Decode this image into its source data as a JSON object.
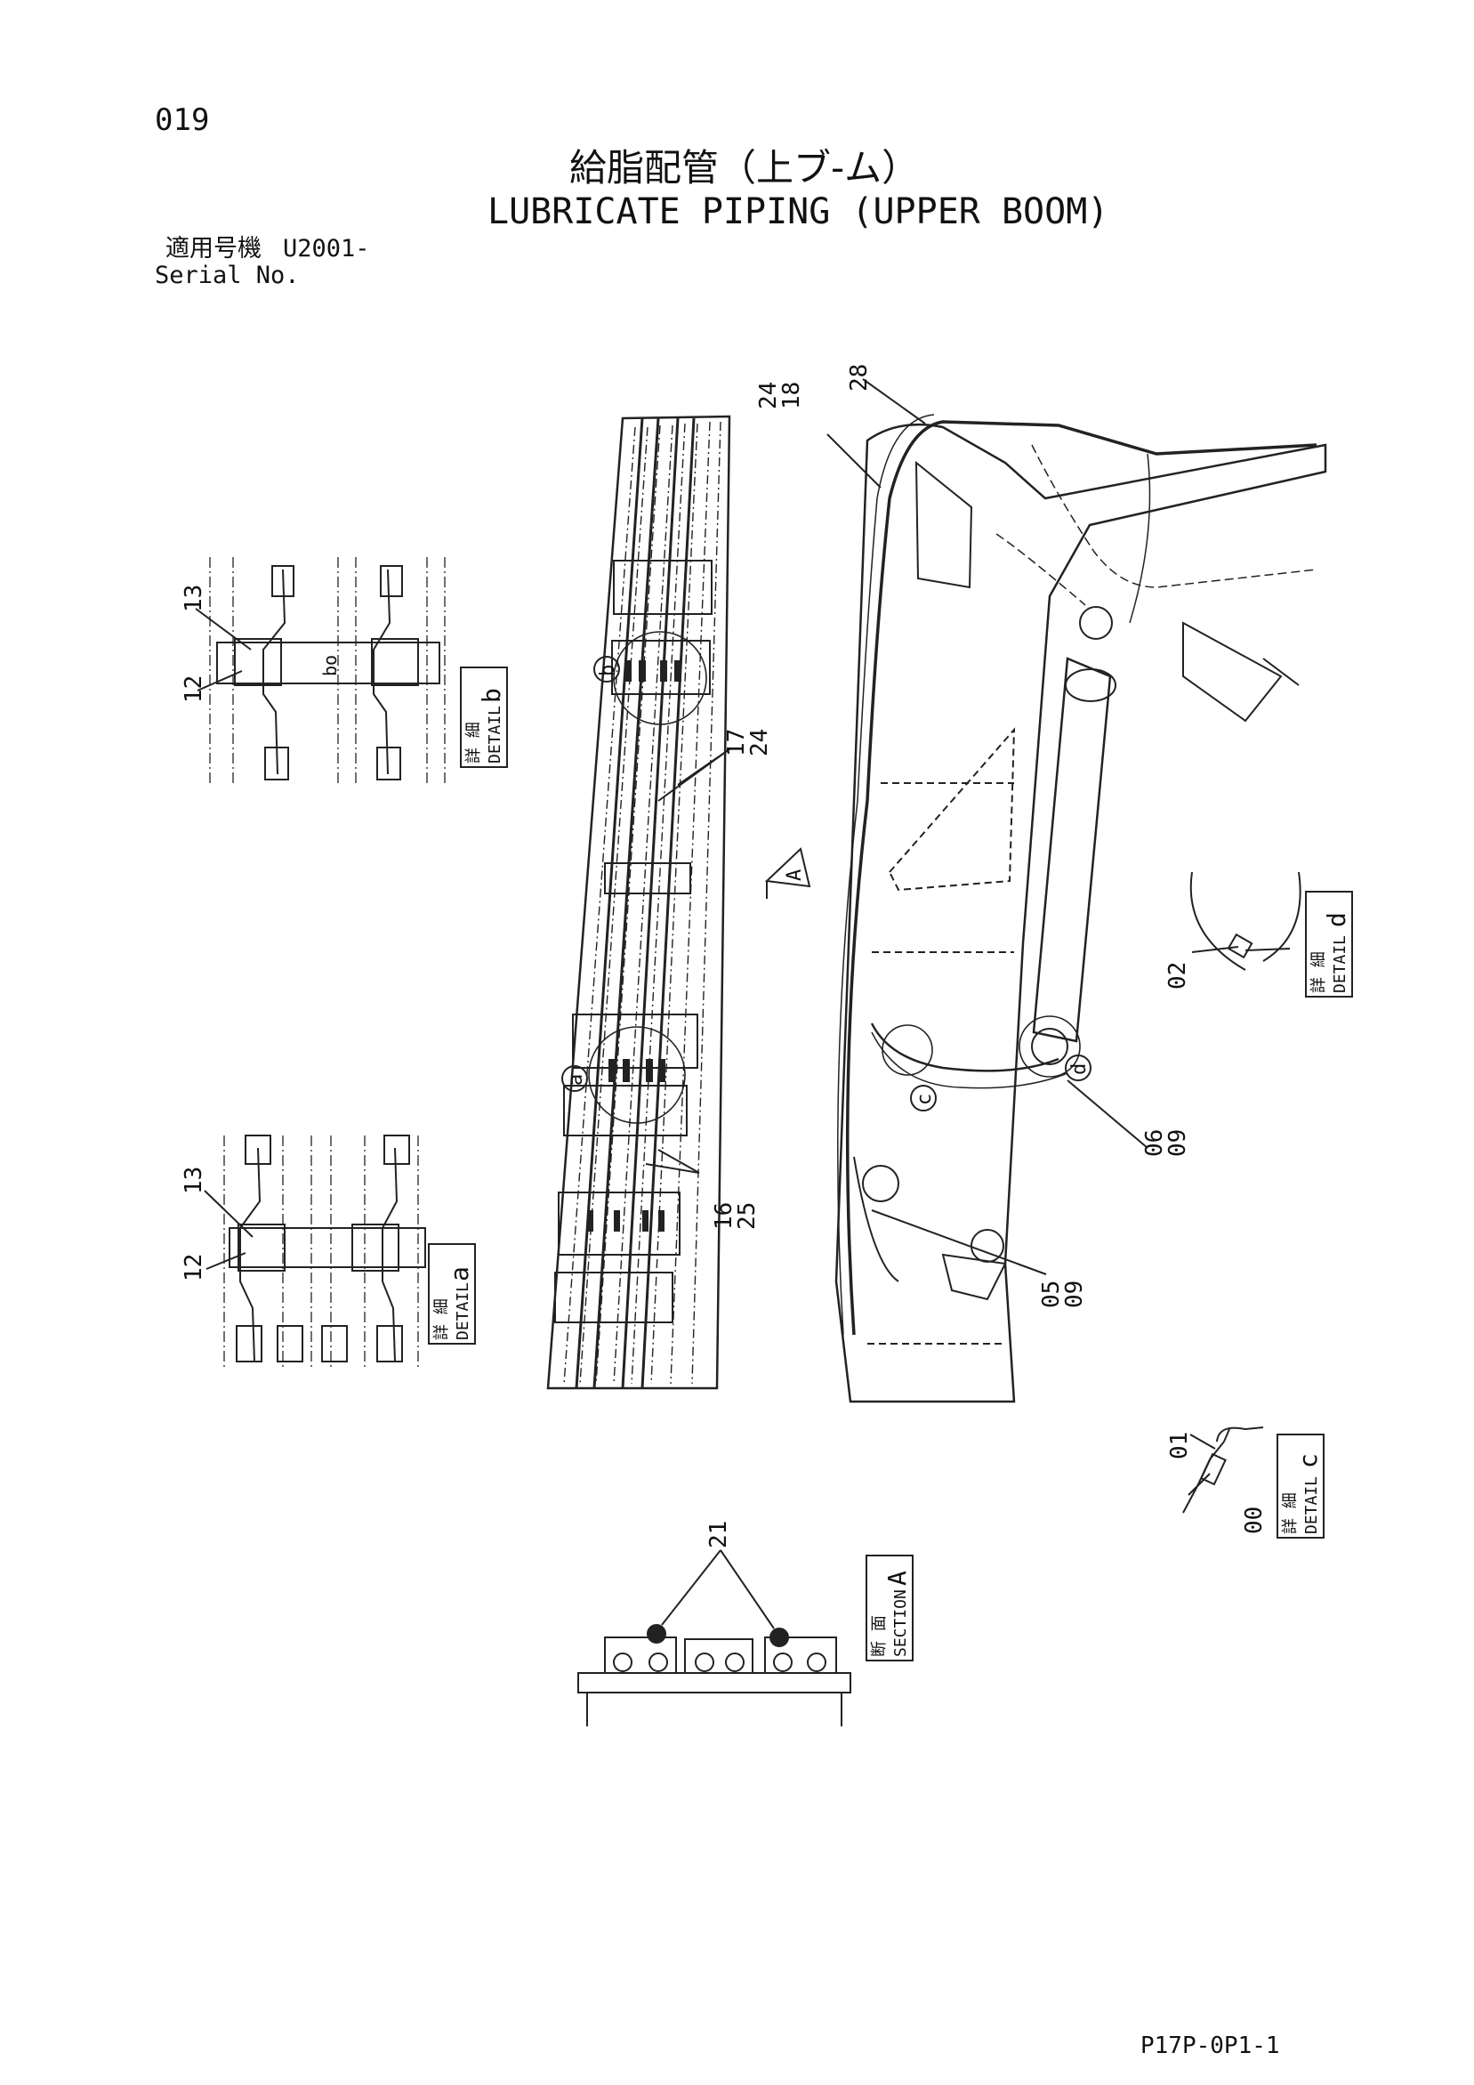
{
  "header": {
    "page_number": "019",
    "title_jp": "給脂配管（上ブ-ム）",
    "title_en": "LUBRICATE PIPING (UPPER BOOM)",
    "serial_label_jp": "適用号機",
    "serial_value": "U2001-",
    "serial_label_en": "Serial No."
  },
  "detail_boxes": {
    "b": {
      "jp": "詳 細",
      "en": "DETAIL",
      "letter": "b"
    },
    "a": {
      "jp": "詳 細",
      "en": "DETAIL",
      "letter": "a"
    },
    "d": {
      "jp": "詳 細",
      "en": "DETAIL",
      "letter": "d"
    },
    "c": {
      "jp": "詳 細",
      "en": "DETAIL",
      "letter": "c"
    },
    "section": {
      "jp": "断 面",
      "en": "SECTION",
      "letter": "A"
    }
  },
  "part_callouts": {
    "p28": "28",
    "p24_18": "24\n18",
    "p13_b": "13",
    "p12_b": "12",
    "p17_24": "17\n24",
    "p13_a": "13",
    "p12_a": "12",
    "p16_25": "16\n25",
    "p05_09": "05\n09",
    "p06_09": "06\n09",
    "p02": "02",
    "p01": "01",
    "p00": "00",
    "p21": "21"
  },
  "view_markers": {
    "b": "b",
    "a": "a",
    "c": "c",
    "d": "d",
    "section_arrow": "A",
    "bo": "bo"
  },
  "footer": {
    "doc_code": "P17P-0P1-1"
  }
}
